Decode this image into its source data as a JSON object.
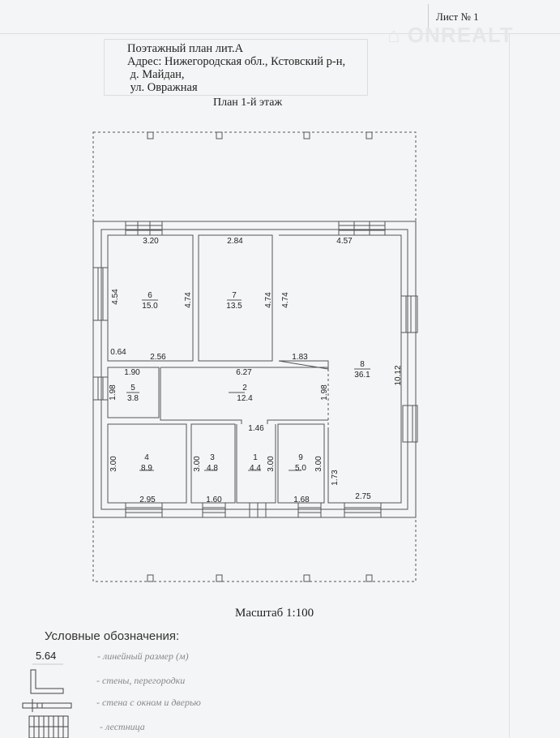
{
  "sheet": {
    "label": "Лист № 1"
  },
  "watermark": {
    "text": "ONREALT"
  },
  "header": {
    "lines": [
      "Поэтажный план лит.А",
      "Адрес: Нижегородская обл., Кстовский р-н,",
      " д. Майдан,",
      " ул. Овражная"
    ],
    "plan_title": "План 1-й этаж"
  },
  "rooms": [
    {
      "number": "6",
      "area": "15.0"
    },
    {
      "number": "7",
      "area": "13.5"
    },
    {
      "number": "8",
      "area": "36.1"
    },
    {
      "number": "5",
      "area": "3.8"
    },
    {
      "number": "2",
      "area": "12.4"
    },
    {
      "number": "4",
      "area": "8.9"
    },
    {
      "number": "3",
      "area": "4.8"
    },
    {
      "number": "1",
      "area": "4.4"
    },
    {
      "number": "9",
      "area": "5.0"
    }
  ],
  "dimensions": [
    "3.20",
    "2.84",
    "4.57",
    "4.54",
    "4.74",
    "4.74",
    "4.74",
    "10.12",
    "0.64",
    "2.56",
    "1.83",
    "1.90",
    "6.27",
    "1.98",
    "1.98",
    "1.46",
    "3.00",
    "3.00",
    "3.00",
    "3.00",
    "1.73",
    "2.95",
    "1.60",
    "1.68",
    "2.75"
  ],
  "scale": "Масштаб 1:100",
  "legend": {
    "title": "Условные обозначения:",
    "sample_dimension": "5.64",
    "items": [
      "- линейный размер (м)",
      "- стены, перегородки",
      "- стена с окном и дверью",
      "- лестница"
    ]
  }
}
